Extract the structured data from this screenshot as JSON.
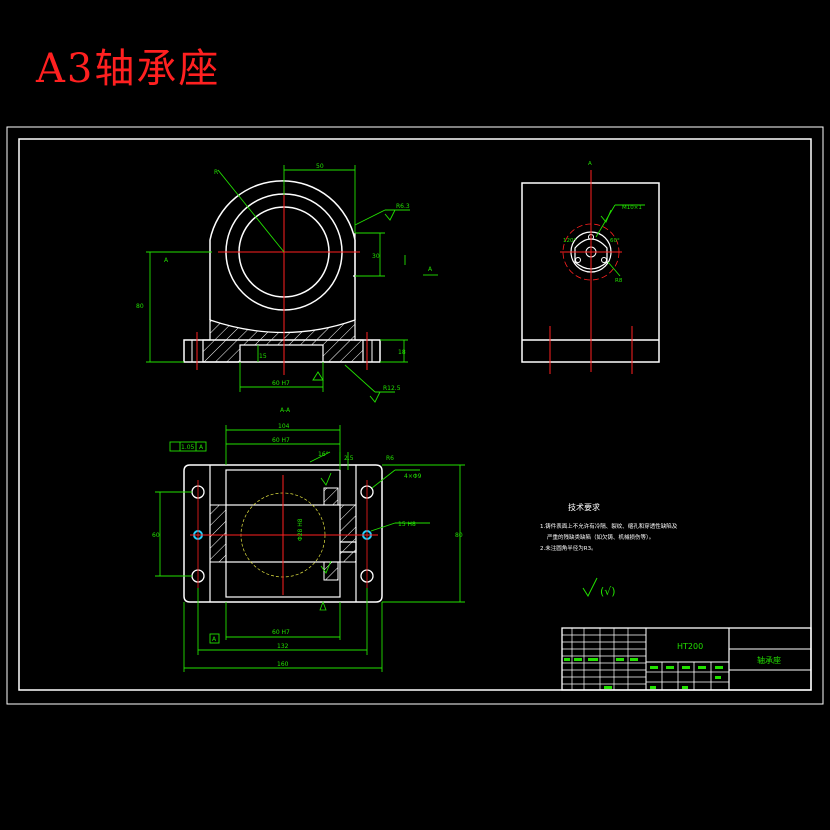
{
  "title": "A3轴承座",
  "colors": {
    "background": "#000000",
    "outline": "#ffffff",
    "dimension": "#22e000",
    "centerline": "#ff2020",
    "title": "#ff2020",
    "hole": "#20d0ff"
  },
  "tech_requirements": {
    "heading": "技术要求",
    "line1": "1.铸件表面上不允许有冷隔、裂纹、缩孔和穿透性缺陷及",
    "line2": "严重的残缺类缺陷（如欠铸、机械损伤等）。",
    "line3": "2.未注圆角半径为R3。"
  },
  "surface_finish": "(√)",
  "title_block": {
    "material": "HT200",
    "part_name": "轴承座"
  }
}
